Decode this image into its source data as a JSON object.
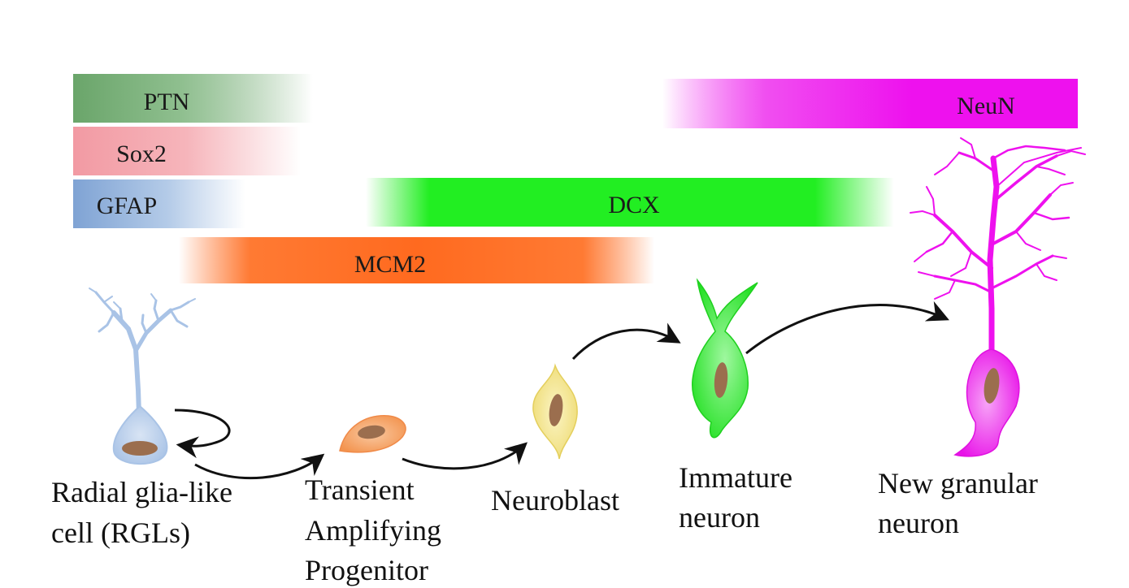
{
  "markers": [
    {
      "id": "ptn",
      "label": "PTN",
      "color": "#6aa56a"
    },
    {
      "id": "sox2",
      "label": "Sox2",
      "color": "#f0a0a8"
    },
    {
      "id": "gfap",
      "label": "GFAP",
      "color": "#86a8d6"
    },
    {
      "id": "dcx",
      "label": "DCX",
      "color": "#22ee22"
    },
    {
      "id": "mcm2",
      "label": "MCM2",
      "color": "#ff6a1f"
    },
    {
      "id": "neun",
      "label": "NeuN",
      "color": "#ee11ee"
    }
  ],
  "stages": [
    {
      "id": "rgl",
      "lines": [
        "Radial glia-like",
        "cell (RGLs)"
      ],
      "color": "#a9c3e6",
      "icon": "radial-glia-icon"
    },
    {
      "id": "tap",
      "lines": [
        "Transient",
        "Amplifying",
        "Progenitor"
      ],
      "color": "#f5a062",
      "icon": "progenitor-cell-icon"
    },
    {
      "id": "neuroblast",
      "lines": [
        "Neuroblast"
      ],
      "color": "#f3e48c",
      "icon": "neuroblast-icon"
    },
    {
      "id": "immature",
      "lines": [
        "Immature",
        "neuron"
      ],
      "color": "#33ee33",
      "icon": "immature-neuron-icon"
    },
    {
      "id": "granular",
      "lines": [
        "New granular",
        "neuron"
      ],
      "color": "#ee11ee",
      "icon": "granular-neuron-icon"
    }
  ],
  "nucleus_color": "#9b6e4e"
}
